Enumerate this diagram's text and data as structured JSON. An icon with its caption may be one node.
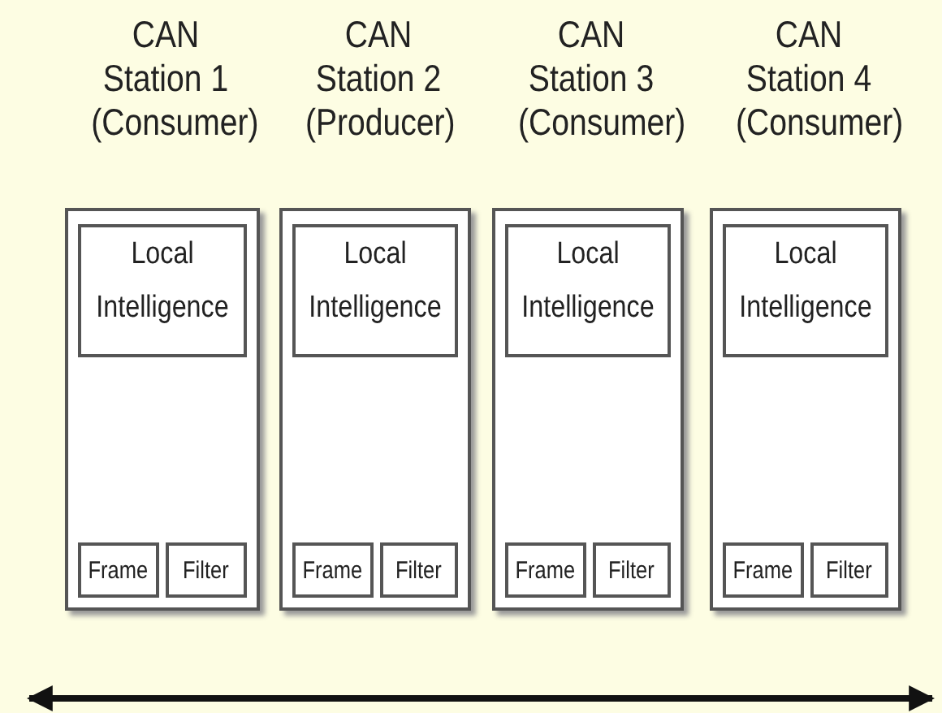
{
  "diagram": {
    "nodes": [
      {
        "text": [
          "CAN Station 1 (Consumer)"
        ]
      },
      {
        "text": [
          "Local Intelligence"
        ],
        "in": 0
      },
      {
        "text": [
          "Frame"
        ],
        "in": 0
      },
      {
        "text": [
          "Filter"
        ],
        "in": 0
      },
      {
        "text": [
          "CAN Station 2 (Producer)"
        ]
      },
      {
        "text": [
          "Local Intelligence"
        ],
        "in": 4
      },
      {
        "text": [
          "Frame"
        ],
        "in": 4
      },
      {
        "text": [
          "Filter"
        ],
        "in": 4
      },
      {
        "text": [
          "CAN Station 3 (Consumer)"
        ]
      },
      {
        "text": [
          "Local Intelligence"
        ],
        "in": 8
      },
      {
        "text": [
          "Frame"
        ],
        "in": 8
      },
      {
        "text": [
          "Filter"
        ],
        "in": 8
      },
      {
        "text": [
          "CAN Station 4 (Consumer)"
        ]
      },
      {
        "text": [
          "Local Intelligence"
        ],
        "in": 12
      },
      {
        "text": [
          "Frame"
        ],
        "in": 12
      },
      {
        "text": [
          "Filter"
        ],
        "in": 12
      }
    ]
  }
}
